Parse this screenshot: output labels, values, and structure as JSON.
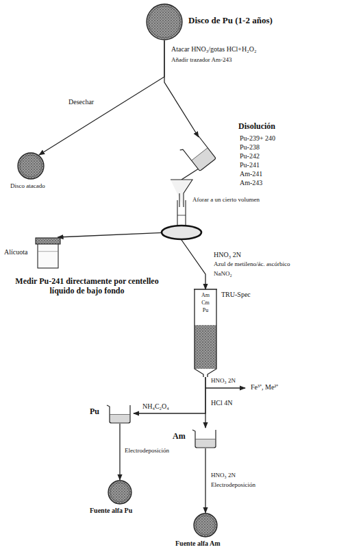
{
  "diagram": {
    "nodes": [
      {
        "text": [
          "Disco de Pu (1-2 años)"
        ]
      },
      {
        "text": [
          "Disco atacado"
        ]
      },
      {
        "text": [
          "Disolución",
          "Pu-239+ 240",
          "Pu-238",
          "Pu-242",
          "Pu-241",
          "Am-241",
          "Am-243"
        ]
      },
      {
        "text": [
          "Aforar a un cierto volumen"
        ]
      },
      {
        "text": [
          "Alícuota",
          "Medir Pu-241 directamente por centelleo líquido de bajo fondo"
        ]
      },
      {
        "text": [
          "Am",
          "Cm",
          "Pu",
          "TRU-Spec"
        ]
      },
      {
        "text": [
          "Pu"
        ]
      },
      {
        "text": [
          "Am"
        ]
      },
      {
        "text": [
          "Fuente alfa Pu"
        ]
      },
      {
        "text": [
          "Fuente alfa Am"
        ]
      }
    ],
    "edges": [
      {
        "from": 0,
        "to": 2,
        "label": "Atacar HNO₃/gotas HCl+H₂O₂",
        "arrow": "to"
      },
      {
        "from": 0,
        "to": 1,
        "label": "Desechar",
        "arrow": "to"
      },
      {
        "from": 2,
        "to": 3,
        "arrow": "none"
      },
      {
        "from": 3,
        "to": 4,
        "arrow": "to"
      },
      {
        "from": 3,
        "to": 5,
        "label": "HNO₃ 2N",
        "arrow": "to"
      },
      {
        "from": 5,
        "to": 7,
        "label": "HCl 4N",
        "arrow": "to"
      },
      {
        "from": 5,
        "to": 6,
        "label": "NH₄C₂O₄",
        "arrow": "to"
      },
      {
        "from": 6,
        "to": 8,
        "label": "Electrodeposición",
        "arrow": "to"
      },
      {
        "from": 7,
        "to": 9,
        "label": "Electrodeposición",
        "arrow": "to"
      }
    ],
    "labels": [
      "Añadir trazador Am-243",
      "Azul de metileno/ác. ascórbico",
      "NaNO₂",
      "HNO₃ 2N",
      "Fe³⁺, Me²⁺",
      "HNO₃ 2N"
    ]
  }
}
